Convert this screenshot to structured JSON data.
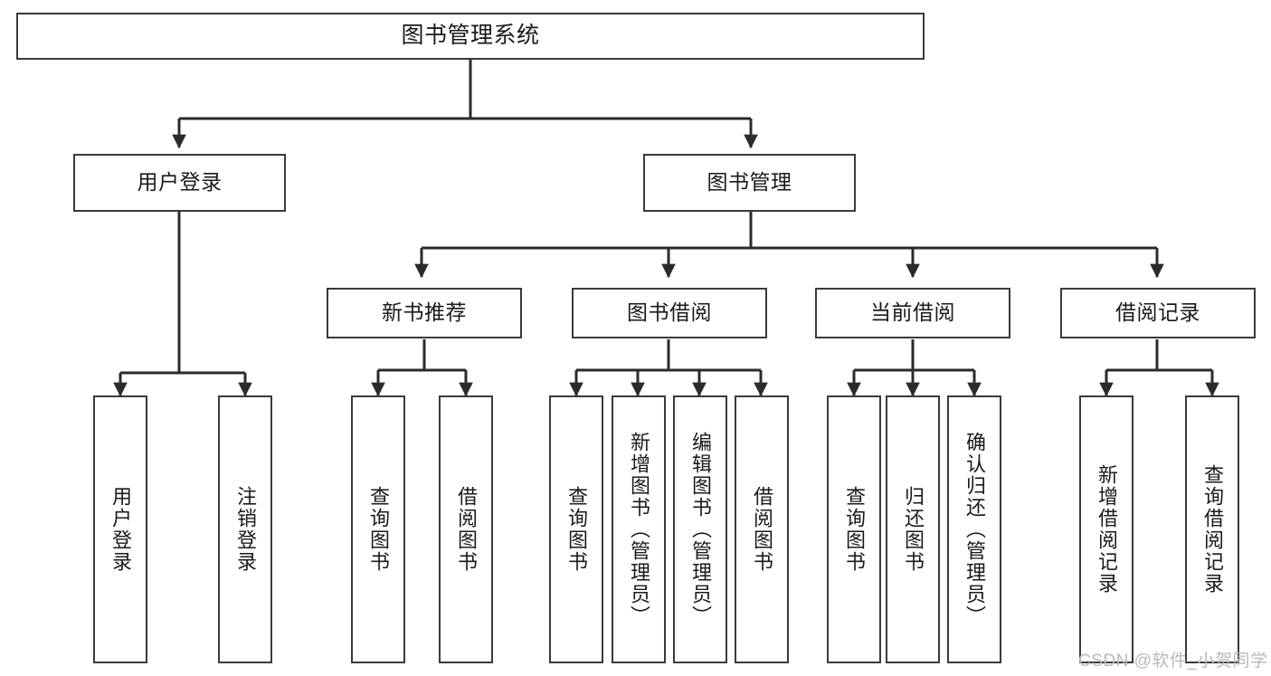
{
  "diagram": {
    "title": "图书管理系统",
    "type": "tree",
    "watermark": "CSDN @软件_小贺同学",
    "colors": {
      "box_border": "#3a3a3a",
      "box_fill": "#ffffff",
      "edge": "#2b2b2b",
      "text": "#1a1a1a",
      "watermark": "#b9b9b9",
      "background": "#ffffff"
    },
    "nodes": {
      "root": {
        "label": "图书管理系统"
      },
      "level2": [
        {
          "id": "user-login",
          "label": "用户登录"
        },
        {
          "id": "book-manage",
          "label": "图书管理"
        }
      ],
      "level3": [
        {
          "id": "new-book-rec",
          "label": "新书推荐"
        },
        {
          "id": "book-borrow",
          "label": "图书借阅"
        },
        {
          "id": "current-borrow",
          "label": "当前借阅"
        },
        {
          "id": "borrow-record",
          "label": "借阅记录"
        }
      ],
      "leaves": {
        "user-login": [
          {
            "id": "leaf-user-login",
            "label": "用户登录"
          },
          {
            "id": "leaf-logout",
            "label": "注销登录"
          }
        ],
        "new-book-rec": [
          {
            "id": "leaf-query-book-1",
            "label": "查询图书"
          },
          {
            "id": "leaf-borrow-book-1",
            "label": "借阅图书"
          }
        ],
        "book-borrow": [
          {
            "id": "leaf-query-book-2",
            "label": "查询图书"
          },
          {
            "id": "leaf-add-book",
            "label": "新增图书（管理员）"
          },
          {
            "id": "leaf-edit-book",
            "label": "编辑图书（管理员）"
          },
          {
            "id": "leaf-borrow-book-2",
            "label": "借阅图书"
          }
        ],
        "current-borrow": [
          {
            "id": "leaf-query-book-3",
            "label": "查询图书"
          },
          {
            "id": "leaf-return-book",
            "label": "归还图书"
          },
          {
            "id": "leaf-confirm-return",
            "label": "确认归还（管理员）"
          }
        ],
        "borrow-record": [
          {
            "id": "leaf-add-record",
            "label": "新增借阅记录"
          },
          {
            "id": "leaf-query-record",
            "label": "查询借阅记录"
          }
        ]
      }
    },
    "hierarchy": {
      "图书管理系统": [
        "用户登录",
        "图书管理"
      ],
      "用户登录": [
        "用户登录",
        "注销登录"
      ],
      "图书管理": [
        "新书推荐",
        "图书借阅",
        "当前借阅",
        "借阅记录"
      ],
      "新书推荐": [
        "查询图书",
        "借阅图书"
      ],
      "图书借阅": [
        "查询图书",
        "新增图书（管理员）",
        "编辑图书（管理员）",
        "借阅图书"
      ],
      "当前借阅": [
        "查询图书",
        "归还图书",
        "确认归还（管理员）"
      ],
      "借阅记录": [
        "新增借阅记录",
        "查询借阅记录"
      ]
    }
  }
}
